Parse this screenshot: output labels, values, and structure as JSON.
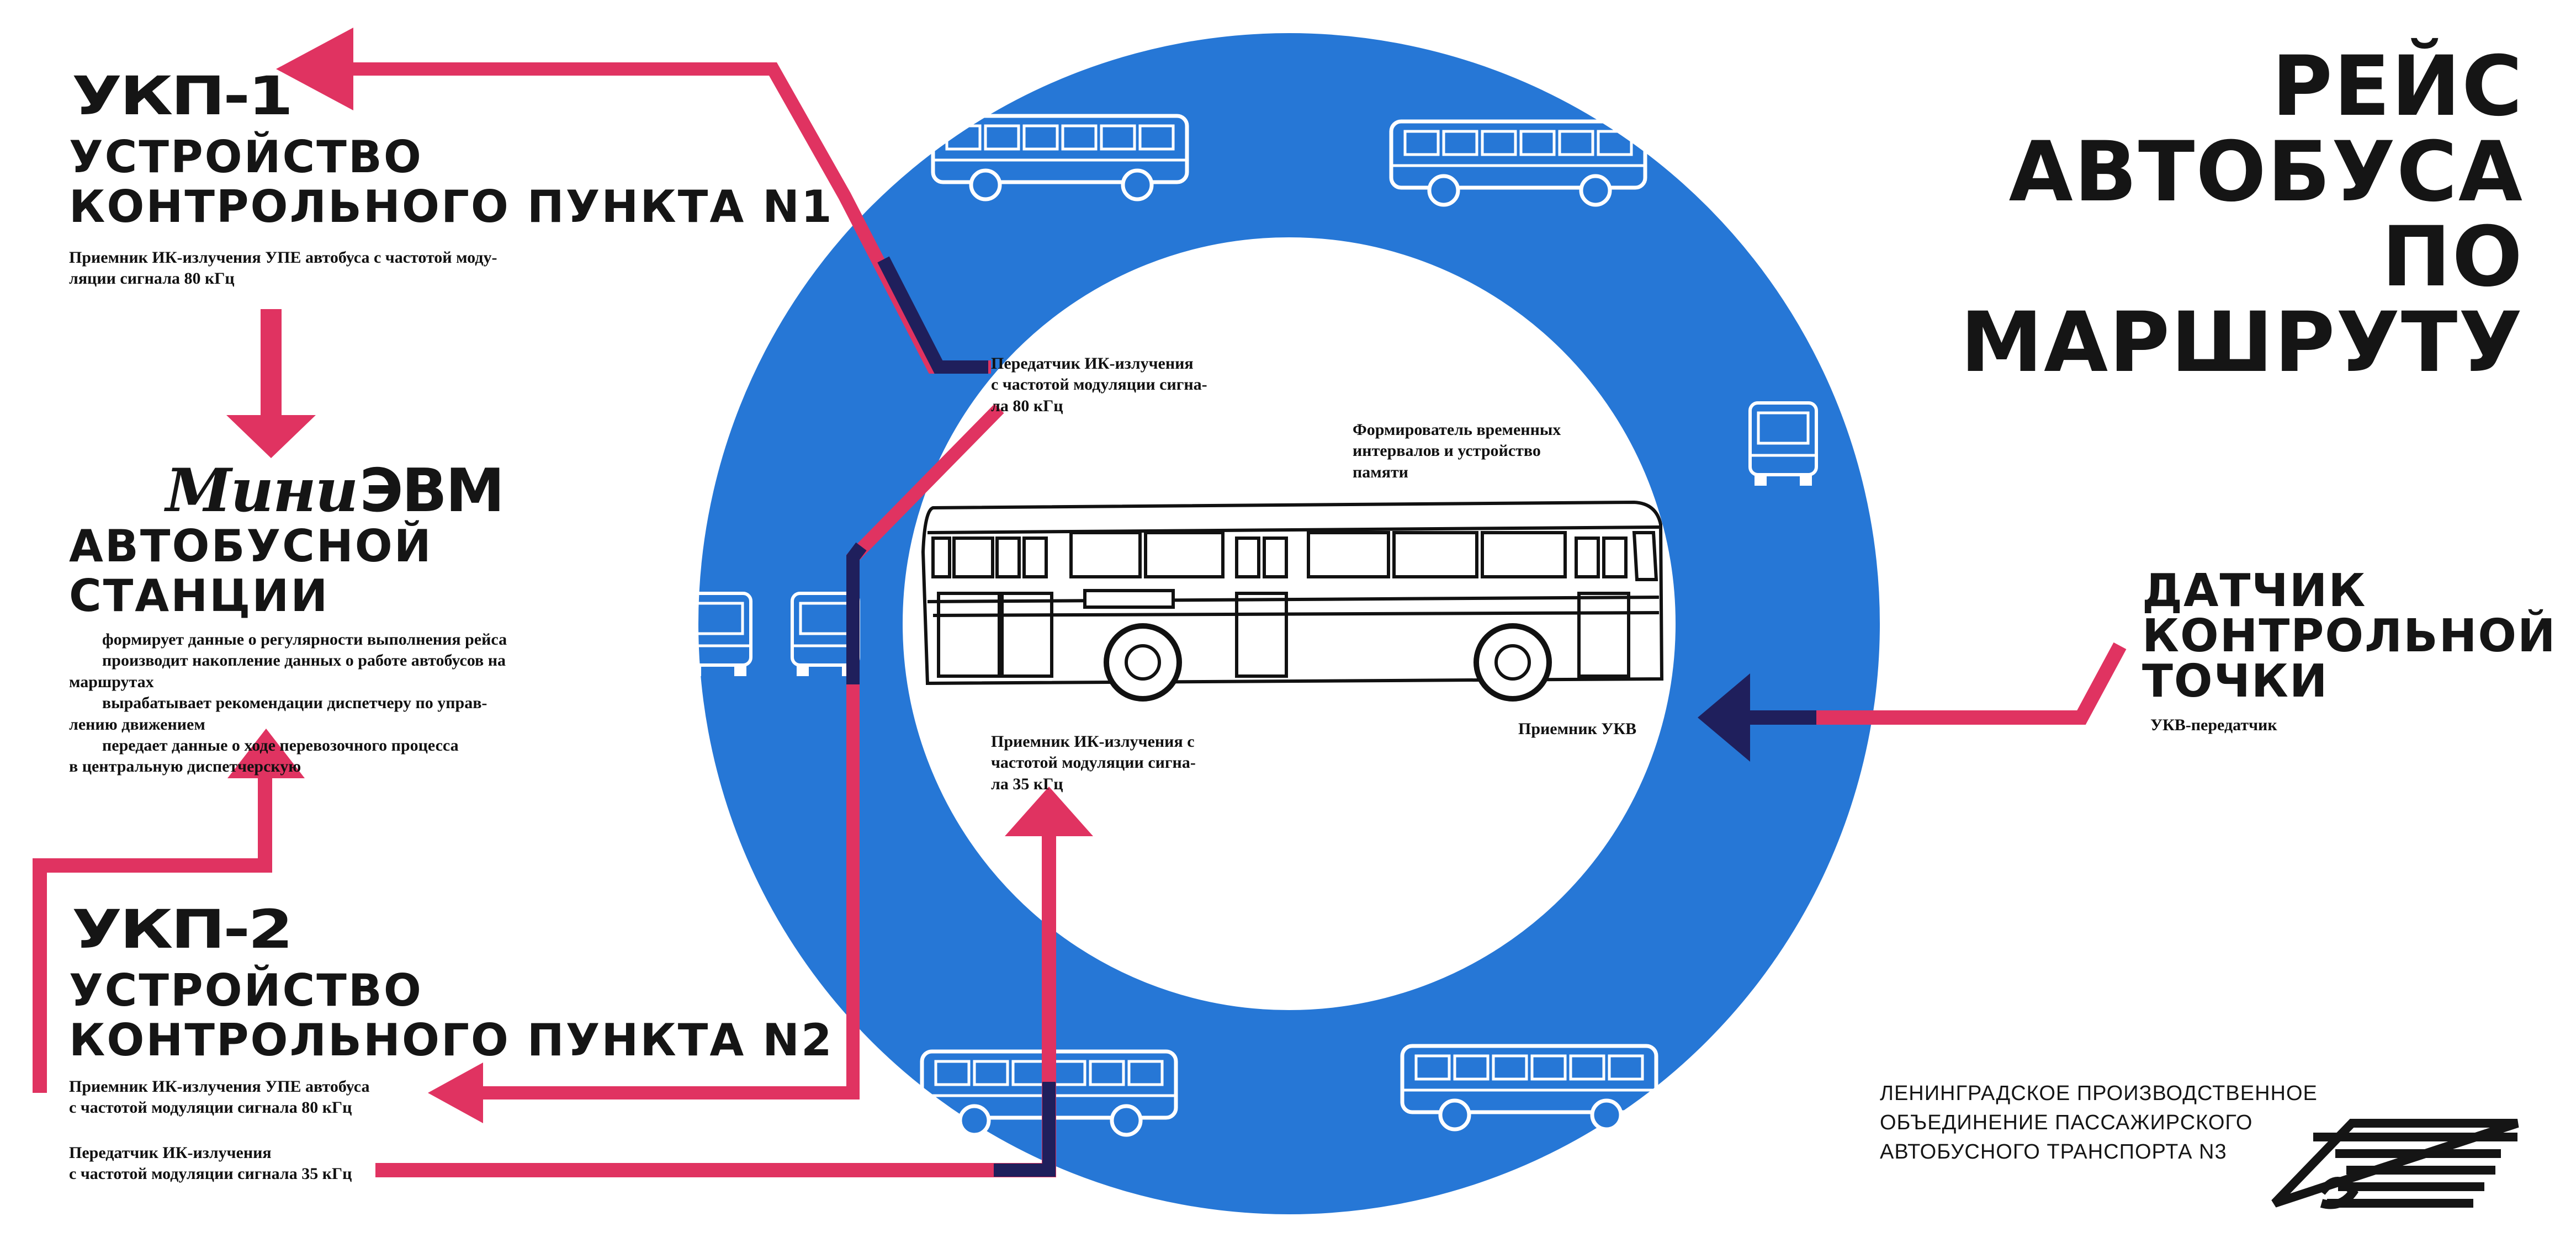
{
  "colors": {
    "ring": "#2677d6",
    "arrow_red": "#e03361",
    "arrow_navy": "#1f1f5c",
    "ink": "#151515"
  },
  "title": {
    "line1": "РЕЙС",
    "line2": "АВТОБУСА",
    "line3": "ПО",
    "line4": "МАРШРУТУ"
  },
  "ukp1": {
    "logo": "УКП-1",
    "line1": "УСТРОЙСТВО",
    "line2": "КОНТРОЛЬНОГО ПУНКТА N1",
    "desc1": "Приемник ИК-излучения УПЕ автобуса с частотой моду-",
    "desc2": "ляции сигнала 80 кГц"
  },
  "mini": {
    "logo_a": "Мини",
    "logo_b": "ЭВМ",
    "line1": "АВТОБУСНОЙ",
    "line2": "СТАНЦИИ",
    "items": [
      "формирует данные о регулярности выполнения рейса",
      "производит накопление данных о работе автобусов на",
      "маршрутах",
      "вырабатывает рекомендации диспетчеру по управ-",
      "лению движением",
      "передает данные о ходе перевозочного процесса",
      "в центральную диспетчерскую"
    ]
  },
  "ukp2": {
    "logo": "УКП-2",
    "line1": "УСТРОЙСТВО",
    "line2": "КОНТРОЛЬНОГО ПУНКТА N2",
    "desc1a": "Приемник ИК-излучения УПЕ автобуса",
    "desc1b": "с частотой модуляции сигнала 80 кГц",
    "desc2a": "Передатчик ИК-излучения",
    "desc2b": "с частотой модуляции сигнала 35 кГц"
  },
  "center": {
    "transmitter": [
      "Передатчик ИК-излучения",
      "с частотой модуляции сигна-",
      "ла 80 кГц"
    ],
    "former": [
      "Формирователь временных",
      "интервалов и устройство",
      "памяти"
    ],
    "receiver35": [
      "Приемник ИК-излучения с",
      "частотой модуляции сигна-",
      "ла 35 кГц"
    ],
    "ukv_receiver": "Приемник УКВ"
  },
  "sensor": {
    "line1": "ДАТЧИК",
    "line2": "КОНТРОЛЬНОЙ",
    "line3": "ТОЧКИ",
    "sub": "УКВ-передатчик"
  },
  "org": {
    "line1": "ЛЕНИНГРАДСКОЕ ПРОИЗВОДСТВЕННОЕ",
    "line2": "ОБЪЕДИНЕНИЕ ПАССАЖИРСКОГО",
    "line3": "АВТОБУСНОГО ТРАНСПОРТА N3"
  }
}
